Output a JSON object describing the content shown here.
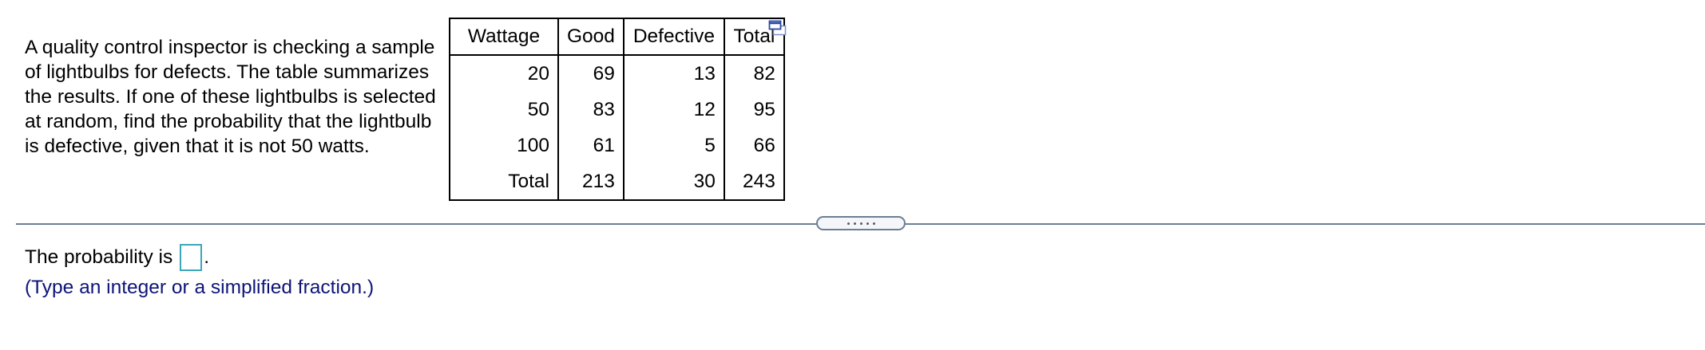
{
  "question": {
    "text": "A quality control inspector is checking a sample of lightbulbs for defects. The table summarizes the results. If one of these lightbulbs is selected at random, find the probability that the lightbulb is defective, given that it is not 50 watts."
  },
  "table": {
    "headers": [
      "Wattage",
      "Good",
      "Defective",
      "Total"
    ],
    "rows": [
      [
        "20",
        "69",
        "13",
        "82"
      ],
      [
        "50",
        "83",
        "12",
        "95"
      ],
      [
        "100",
        "61",
        "5",
        "66"
      ],
      [
        "Total",
        "213",
        "30",
        "243"
      ]
    ]
  },
  "answer": {
    "prefix": "The probability is",
    "suffix": ".",
    "hint": "(Type an integer or a simplified fraction.)"
  },
  "icons": {
    "popout": "popout-icon",
    "divider_handle": "drag-handle-icon"
  },
  "colors": {
    "answer_box_border": "#3aa6b9",
    "hint_text": "#0d1478",
    "divider": "#6c7e95"
  }
}
